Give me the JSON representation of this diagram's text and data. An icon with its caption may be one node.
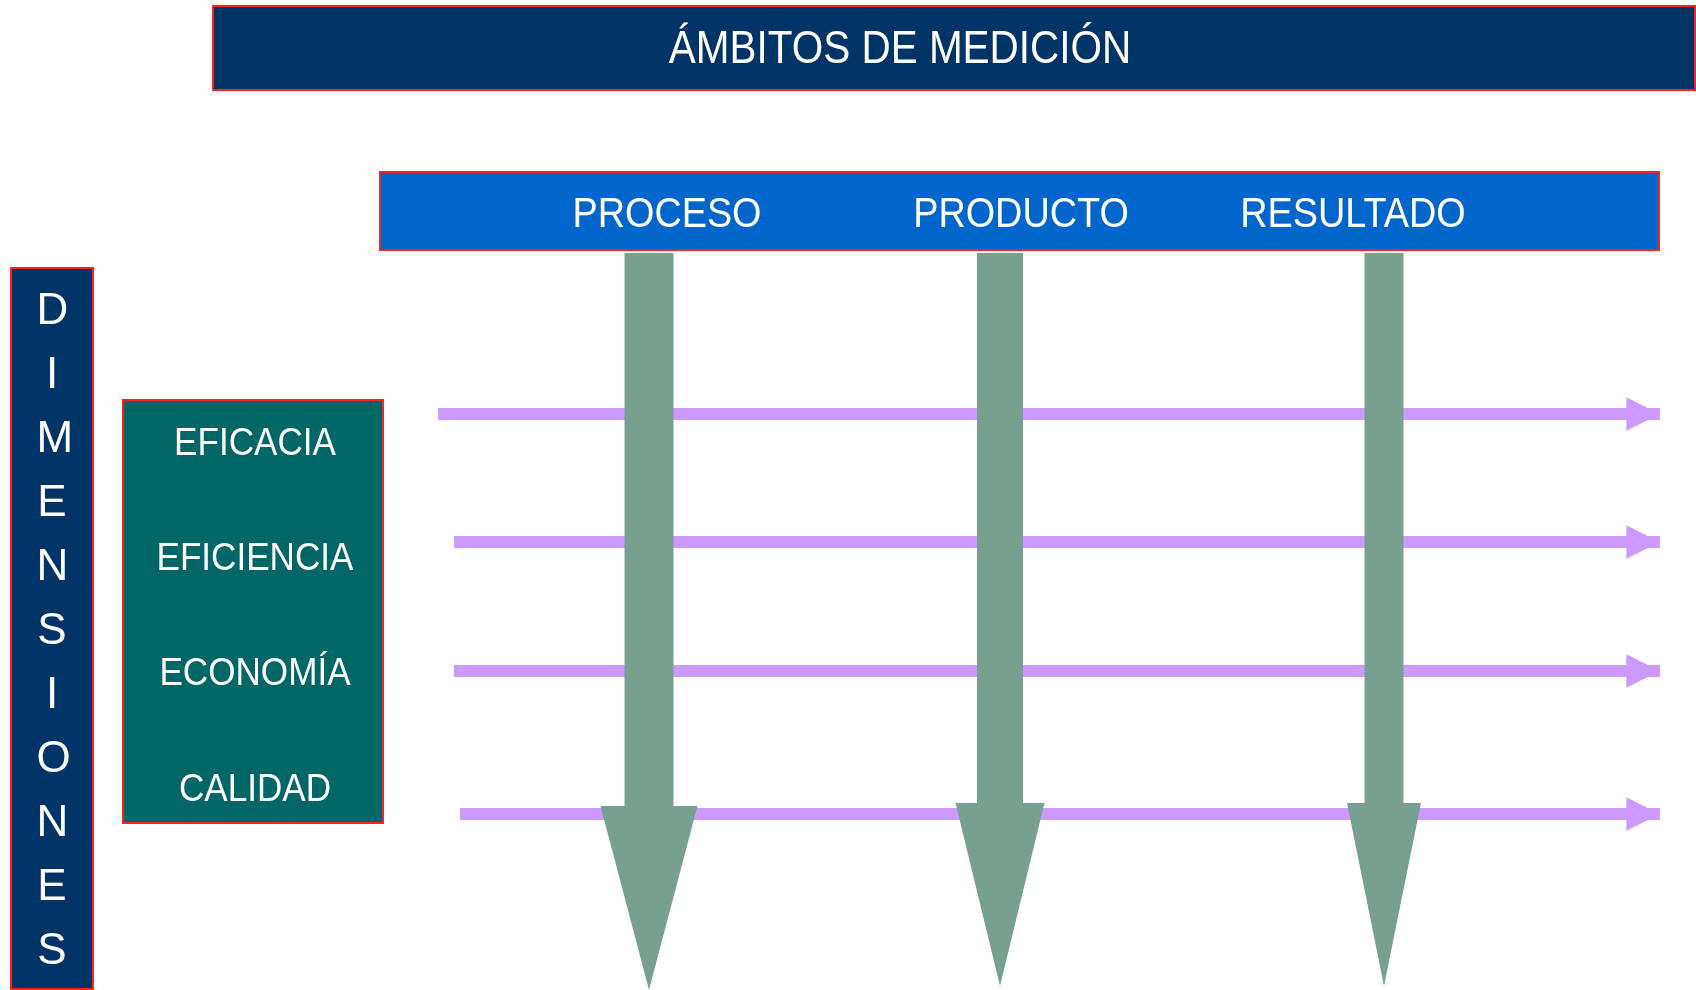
{
  "diagram": {
    "nodes": [
      {
        "text": [
          "ÁMBITOS DE MEDICIÓN"
        ]
      },
      {
        "text": [
          "DIMENSIONES"
        ]
      },
      {
        "text": [],
        "shape": "box"
      },
      {
        "text": [
          "PROCESO"
        ],
        "in": 2
      },
      {
        "text": [
          "PRODUCTO"
        ],
        "in": 2
      },
      {
        "text": [
          "RESULTADO"
        ],
        "in": 2
      },
      {
        "text": [],
        "shape": "box"
      },
      {
        "text": [
          "EFICACIA"
        ],
        "in": 6
      },
      {
        "text": [
          "EFICIENCIA"
        ],
        "in": 6
      },
      {
        "text": [
          "ECONOMÍA"
        ],
        "in": 6
      },
      {
        "text": [
          "CALIDAD"
        ],
        "in": 6
      }
    ],
    "edges": [
      {
        "from": 7,
        "to": null,
        "arrow": "to"
      },
      {
        "from": 8,
        "to": null,
        "arrow": "to"
      },
      {
        "from": 9,
        "to": null,
        "arrow": "to"
      },
      {
        "from": 10,
        "to": null,
        "arrow": "to"
      },
      {
        "from": 3,
        "to": null,
        "arrow": "to",
        "style": "thick",
        "color": "#78a090"
      },
      {
        "from": 4,
        "to": null,
        "arrow": "to",
        "style": "thick",
        "color": "#78a090"
      },
      {
        "from": 5,
        "to": null,
        "arrow": "to",
        "style": "thick",
        "color": "#78a090"
      }
    ]
  }
}
